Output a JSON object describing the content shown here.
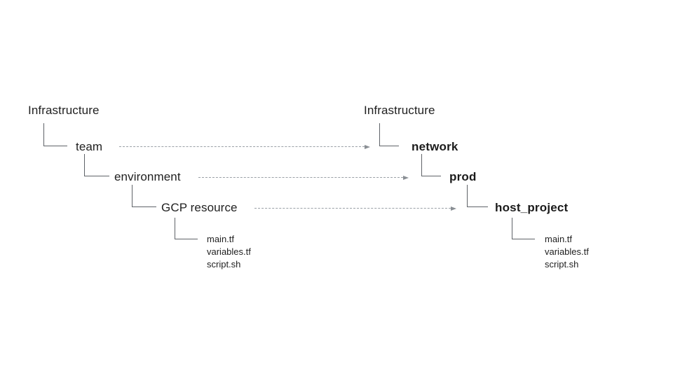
{
  "colors": {
    "background": "#ffffff",
    "text": "#212121",
    "connector": "#5f6368",
    "arrow_dash": "#9aa0a6",
    "arrow_head": "#8a8f94"
  },
  "left_tree": {
    "root": "Infrastructure",
    "nodes": [
      {
        "label": "team",
        "bold": false
      },
      {
        "label": "environment",
        "bold": false
      },
      {
        "label": "GCP resource",
        "bold": false
      }
    ],
    "files": [
      "main.tf",
      "variables.tf",
      "script.sh"
    ]
  },
  "right_tree": {
    "root": "Infrastructure",
    "nodes": [
      {
        "label": "network",
        "bold": true
      },
      {
        "label": "prod",
        "bold": true
      },
      {
        "label": "host_project",
        "bold": true
      }
    ],
    "files": [
      "main.tf",
      "variables.tf",
      "script.sh"
    ]
  },
  "arrows": [
    {
      "from": "team",
      "to": "network"
    },
    {
      "from": "environment",
      "to": "prod"
    },
    {
      "from": "GCP resource",
      "to": "host_project"
    }
  ]
}
